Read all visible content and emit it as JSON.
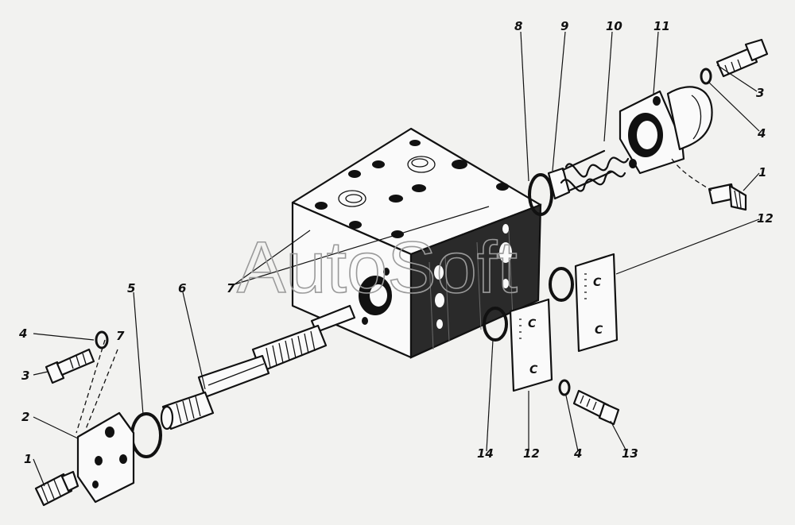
{
  "watermark": "AutoSoft",
  "labels": {
    "l1_top": "1",
    "l1_bottom": "1",
    "l2": "2",
    "l3_top": "3",
    "l3_left": "3",
    "l4_top": "4",
    "l4_left": "4",
    "l4_bottom": "4",
    "l5": "5",
    "l6": "6",
    "l7_left": "7",
    "l7_cover": "7",
    "l8": "8",
    "l9": "9",
    "l10": "10",
    "l11": "11",
    "l12_right": "12",
    "l12_bottom": "12",
    "l13": "13",
    "l14": "14"
  }
}
